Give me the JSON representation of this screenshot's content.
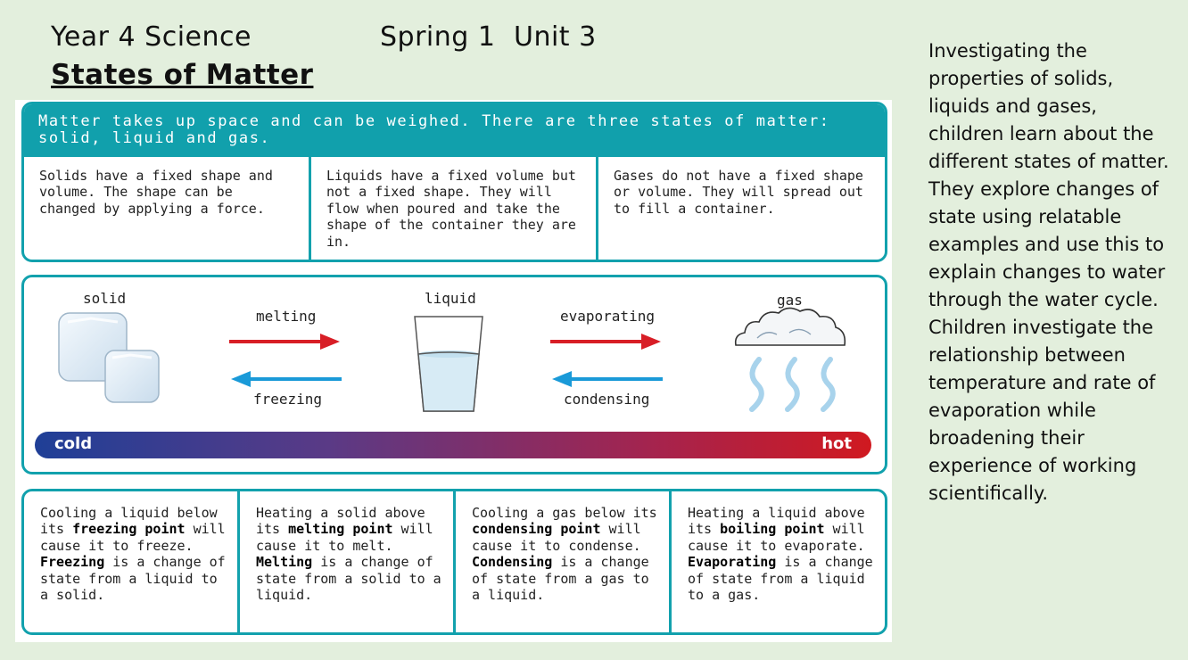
{
  "header": {
    "year": "Year 4 Science",
    "term": "Spring 1",
    "unit": "Unit 3",
    "title": "States of Matter"
  },
  "side_text": "Investigating the properties of solids, liquids and gases, children learn about the different states of matter. They explore changes of state using relatable examples and use this to explain changes to water through the water cycle. Children investigate the relationship between temperature and rate of evaporation while broadening their experience of working scientifically.",
  "intro": "Matter takes up space and can be weighed. There are three states of matter: solid, liquid and gas.",
  "states": [
    "Solids have a fixed shape and volume. The shape can be changed by applying a force.",
    "Liquids have a fixed volume but not a fixed shape. They will flow when poured and take the shape of the container they are in.",
    "Gases do not have a fixed shape or volume. They will spread out to fill a container."
  ],
  "diagram": {
    "solid": "solid",
    "liquid": "liquid",
    "gas": "gas",
    "melting": "melting",
    "freezing": "freezing",
    "evaporating": "evaporating",
    "condensing": "condensing",
    "cold": "cold",
    "hot": "hot",
    "colors": {
      "forward_arrow": "#d81e26",
      "back_arrow": "#1a9ad8",
      "teal": "#12a1ad"
    }
  },
  "changes": [
    {
      "pre": "Cooling a liquid below its ",
      "b1": "freezing point",
      "mid": " will cause it to freeze. ",
      "b2": "Freezing",
      "post": " is a change of state from a liquid to a solid."
    },
    {
      "pre": "Heating a solid above its ",
      "b1": "melting point",
      "mid": " will cause it to melt. ",
      "b2": "Melting",
      "post": " is a change of state from a solid to a liquid."
    },
    {
      "pre": "Cooling a gas below its ",
      "b1": "condensing point",
      "mid": " will cause it to condense. ",
      "b2": "Condensing",
      "post": " is a change of state from a gas to a liquid."
    },
    {
      "pre": "Heating a liquid above its ",
      "b1": "boiling point",
      "mid": " will cause it to evaporate. ",
      "b2": "Evaporating",
      "post": " is a change of state from a liquid to a gas."
    }
  ]
}
